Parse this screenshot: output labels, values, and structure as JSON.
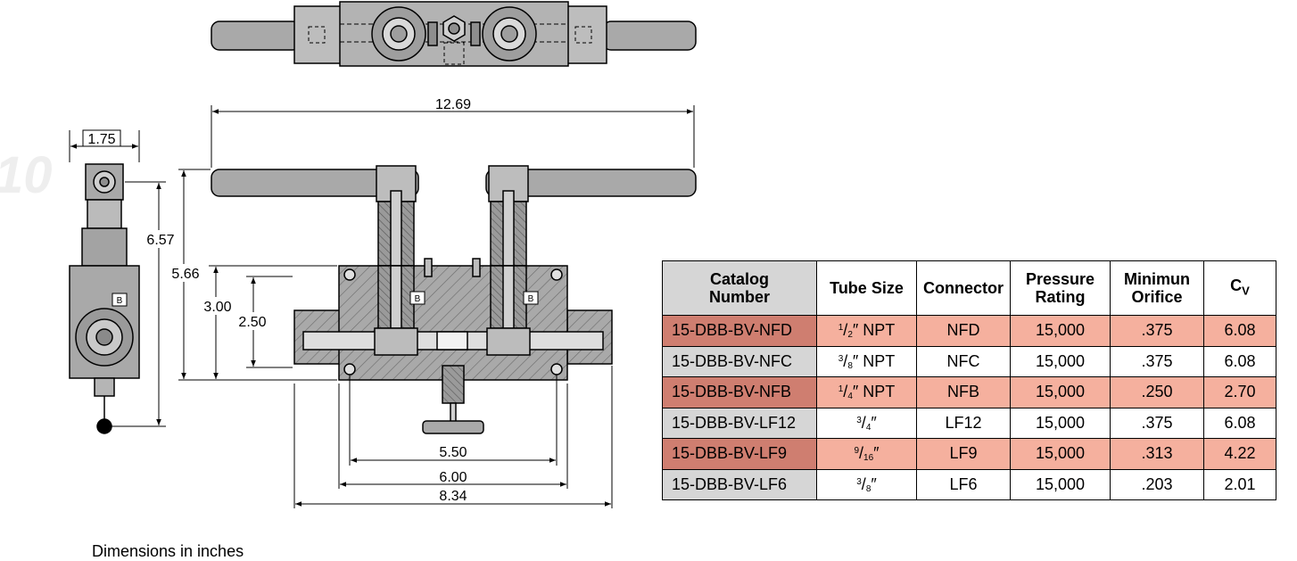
{
  "watermark": "10",
  "dimensions": {
    "overall_length": "12.69",
    "side_width": "1.75",
    "side_height": "6.57",
    "front_height": "5.66",
    "body_height": "3.00",
    "port_height": "2.50",
    "center_spacing": "5.50",
    "body_length": "6.00",
    "port_length": "8.34",
    "marker_b": "B"
  },
  "table": {
    "headers": {
      "catalog_line1": "Catalog",
      "catalog_line2": "Number",
      "tube_size": "Tube Size",
      "connector": "Connector",
      "pressure_line1": "Pressure",
      "pressure_line2": "Rating",
      "orifice_line1": "Minimun",
      "orifice_line2": "Orifice",
      "cv_main": "C",
      "cv_sub": "V"
    },
    "rows": [
      {
        "catalog": "15-DBB-BV-NFD",
        "num": "1",
        "den": "2",
        "suffix": "″ NPT",
        "connector": "NFD",
        "pressure": "15,000",
        "orifice": ".375",
        "cv": "6.08"
      },
      {
        "catalog": "15-DBB-BV-NFC",
        "num": "3",
        "den": "8",
        "suffix": "″ NPT",
        "connector": "NFC",
        "pressure": "15,000",
        "orifice": ".375",
        "cv": "6.08"
      },
      {
        "catalog": "15-DBB-BV-NFB",
        "num": "1",
        "den": "4",
        "suffix": "″ NPT",
        "connector": "NFB",
        "pressure": "15,000",
        "orifice": ".250",
        "cv": "2.70"
      },
      {
        "catalog": "15-DBB-BV-LF12",
        "num": "3",
        "den": "4",
        "suffix": "″",
        "connector": "LF12",
        "pressure": "15,000",
        "orifice": ".375",
        "cv": "6.08"
      },
      {
        "catalog": "15-DBB-BV-LF9",
        "num": "9",
        "den": "16",
        "suffix": "″",
        "connector": "LF9",
        "pressure": "15,000",
        "orifice": ".313",
        "cv": "4.22"
      },
      {
        "catalog": "15-DBB-BV-LF6",
        "num": "3",
        "den": "8",
        "suffix": "″",
        "connector": "LF6",
        "pressure": "15,000",
        "orifice": ".203",
        "cv": "2.01"
      }
    ]
  },
  "note": "Dimensions in inches"
}
